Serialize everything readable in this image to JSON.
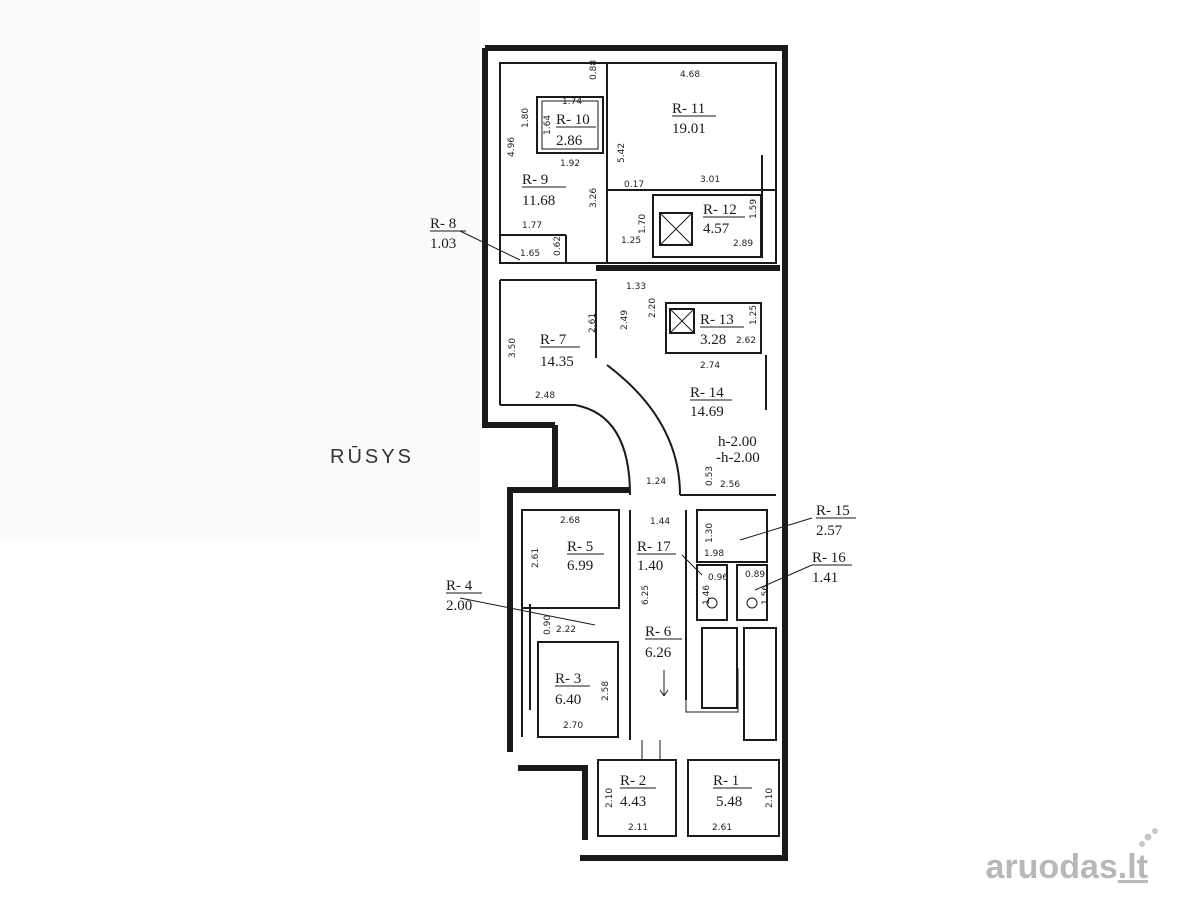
{
  "title": "RŪSYS",
  "watermark": {
    "main": "aruodas",
    "tld": ".lt"
  },
  "rooms": [
    {
      "id": "R- 1",
      "area": "5.48"
    },
    {
      "id": "R- 2",
      "area": "4.43"
    },
    {
      "id": "R- 3",
      "area": "6.40"
    },
    {
      "id": "R- 4",
      "area": "2.00"
    },
    {
      "id": "R- 5",
      "area": "6.99"
    },
    {
      "id": "R- 6",
      "area": "6.26"
    },
    {
      "id": "R- 7",
      "area": "14.35"
    },
    {
      "id": "R- 8",
      "area": "1.03"
    },
    {
      "id": "R- 9",
      "area": "11.68"
    },
    {
      "id": "R- 10",
      "area": "2.86"
    },
    {
      "id": "R- 11",
      "area": "19.01"
    },
    {
      "id": "R- 12",
      "area": "4.57"
    },
    {
      "id": "R- 13",
      "area": "3.28"
    },
    {
      "id": "R- 14",
      "area": "14.69"
    },
    {
      "id": "R- 15",
      "area": "2.57"
    },
    {
      "id": "R- 16",
      "area": "1.41"
    },
    {
      "id": "R- 17",
      "area": "1.40"
    }
  ],
  "heights": [
    "h-2.00",
    "-h-2.00"
  ],
  "dimensions": [
    "4.68",
    "0.88",
    "1.74",
    "1.80",
    "1.64",
    "4.96",
    "1.92",
    "5.42",
    "0.17",
    "3.01",
    "3.26",
    "1.59",
    "1.70",
    "1.77",
    "1.25",
    "2.89",
    "0.62",
    "1.65",
    "1.33",
    "2.61",
    "2.49",
    "2.20",
    "1.25",
    "3.50",
    "2.62",
    "2.74",
    "2.48",
    "1.24",
    "0.53",
    "2.56",
    "2.68",
    "1.44",
    "1.30",
    "2.61",
    "1.98",
    "0.96",
    "0.89",
    "1.46",
    "1.56",
    "6.25",
    "0.90",
    "2.22",
    "2.58",
    "2.70",
    "2.10",
    "2.11",
    "2.61",
    "2.10"
  ]
}
